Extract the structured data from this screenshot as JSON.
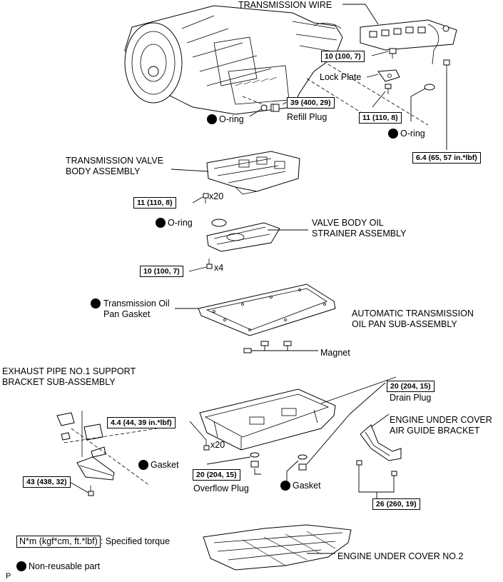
{
  "parts": {
    "transmission_wire": "TRANSMISSION WIRE",
    "lock_plate": "Lock Plate",
    "refill_plug": "Refill Plug",
    "valve_body_line1": "TRANSMISSION VALVE",
    "valve_body_line2": "BODY ASSEMBLY",
    "strainer_line1": "VALVE BODY OIL",
    "strainer_line2": "STRAINER ASSEMBLY",
    "pan_gasket_line1": "Transmission Oil",
    "pan_gasket_line2": "Pan Gasket",
    "oil_pan_line1": "AUTOMATIC TRANSMISSION",
    "oil_pan_line2": "OIL PAN SUB-ASSEMBLY",
    "magnet": "Magnet",
    "exhaust_line1": "EXHAUST PIPE NO.1 SUPPORT",
    "exhaust_line2": "BRACKET SUB-ASSEMBLY",
    "drain_plug": "Drain Plug",
    "air_guide_line1": "ENGINE UNDER COVER",
    "air_guide_line2": "AIR GUIDE BRACKET",
    "overflow_plug": "Overflow Plug",
    "under_cover": "ENGINE UNDER COVER NO.2",
    "o_ring": "O-ring",
    "gasket": "Gasket"
  },
  "torque": {
    "wire_bolt": "10 (100, 7)",
    "refill_plug": "39 (400, 29)",
    "lock_plate_bolt": "11 (110, 8)",
    "wire_bracket": "6.4 (65, 57 in.*lbf)",
    "valve_body": "11 (110, 8)",
    "strainer": "10 (100, 7)",
    "pan_bolts": "4.4 (44, 39 in.*lbf)",
    "drain_plug": "20 (204, 15)",
    "exhaust_bracket": "43 (438, 32)",
    "overflow_plug": "20 (204, 15)",
    "air_guide": "26 (260, 19)"
  },
  "quantities": {
    "valve_body_bolts": "x20",
    "strainer_bolts": "x4",
    "pan_bolts": "x20"
  },
  "legend": {
    "torque_unit": "N*m (kgf*cm, ft.*lbf)",
    "torque_desc": ": Specified torque",
    "non_reusable": "Non-reusable part",
    "corner_mark": "P"
  }
}
